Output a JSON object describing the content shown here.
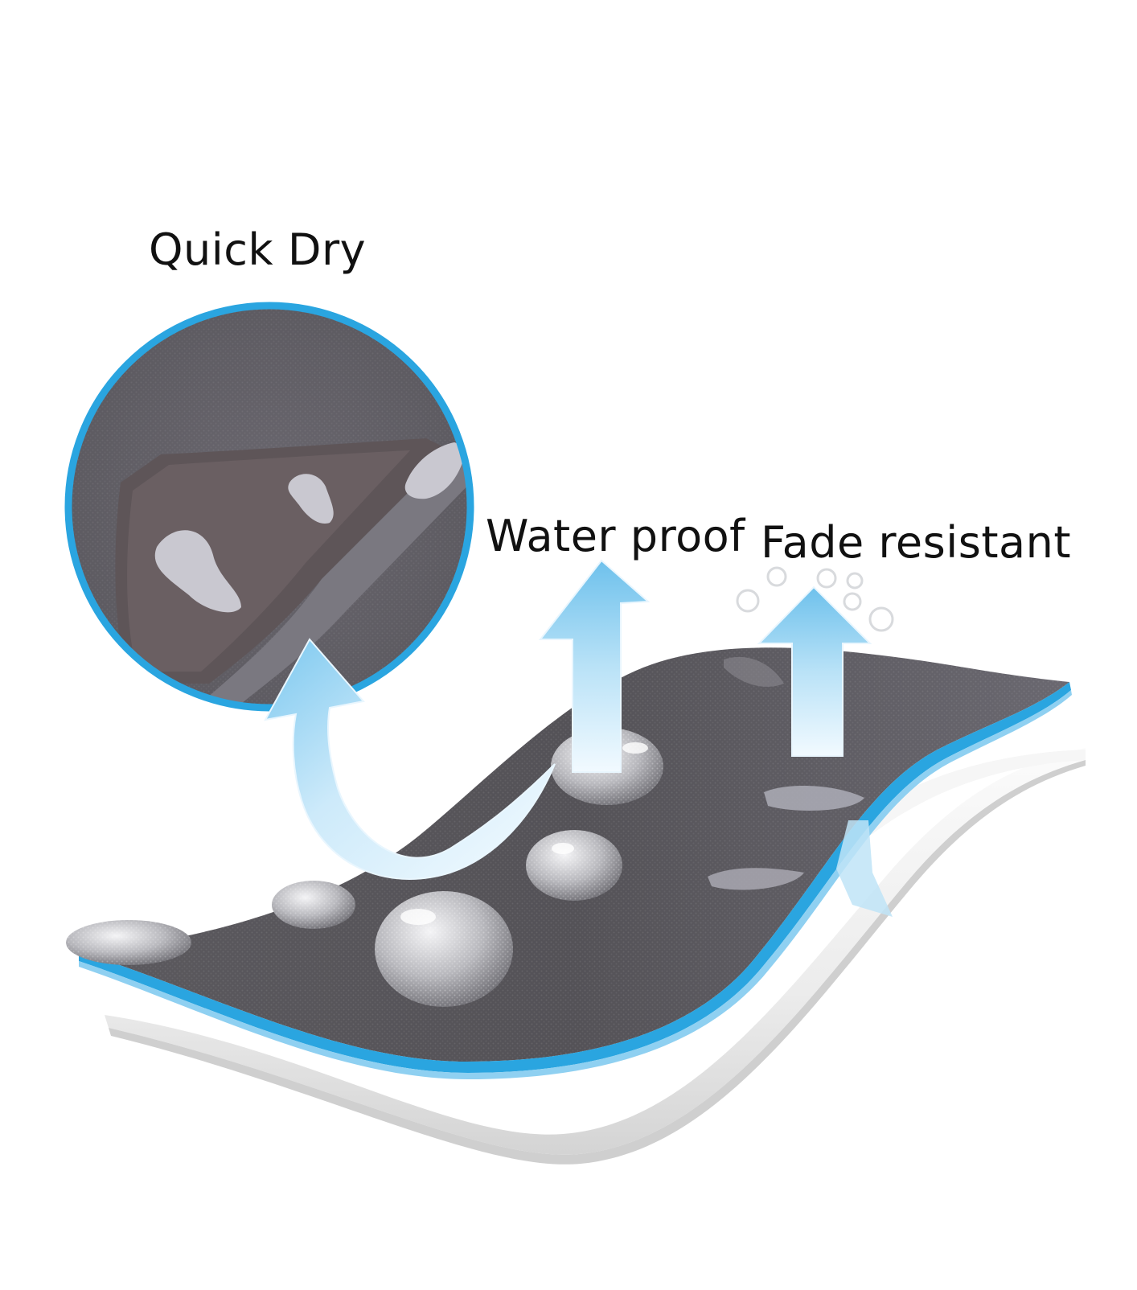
{
  "features": {
    "quick_dry": "Quick Dry",
    "water_proof": "Water proof",
    "fade_resistant": "Fade resistant"
  },
  "colors": {
    "fabric": "#59575c",
    "fabric_dark": "#4a484d",
    "edge_blue": "#2aa5e0",
    "arrow_light": "#e8f5fd",
    "arrow_mid": "#a8daf4",
    "arrow_deep": "#6ec1ec",
    "liner": "#f1f1f1",
    "liner_shadow": "#cfcfcf",
    "print_light": "#a9a8b2",
    "print_brown": "#5e5558"
  },
  "icons": {
    "quick_dry_arrow": "curved-arrow-up-icon",
    "water_proof_arrow": "arrow-up-icon",
    "fade_resistant_arrow": "arrow-up-icon",
    "bubbles": "bubbles-icon"
  }
}
